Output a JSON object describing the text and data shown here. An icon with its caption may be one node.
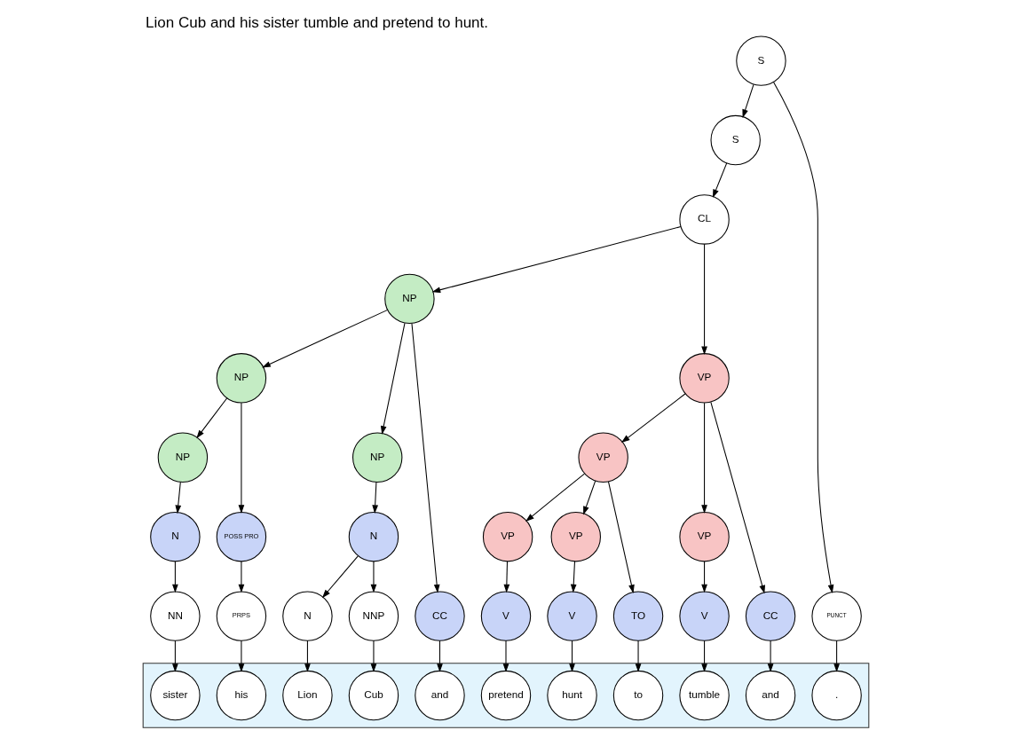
{
  "diagram": {
    "title": "Lion Cub and his sister tumble and pretend to hunt.",
    "nodes": [
      {
        "text": [
          "S"
        ]
      },
      {
        "text": [
          "S"
        ]
      },
      {
        "text": [
          "CL"
        ]
      },
      {
        "text": [
          "NP"
        ]
      },
      {
        "text": [
          "VP"
        ]
      },
      {
        "text": [
          "NP"
        ]
      },
      {
        "text": [
          "NP"
        ]
      },
      {
        "text": [
          "NP"
        ]
      },
      {
        "text": [
          "VP"
        ]
      },
      {
        "text": [
          "N"
        ]
      },
      {
        "text": [
          "POSS PRO"
        ]
      },
      {
        "text": [
          "N"
        ]
      },
      {
        "text": [
          "VP"
        ]
      },
      {
        "text": [
          "VP"
        ]
      },
      {
        "text": [
          "VP"
        ]
      },
      {
        "text": [
          "N"
        ]
      },
      {
        "text": [
          "NNP"
        ]
      },
      {
        "text": [
          "CC"
        ]
      },
      {
        "text": [
          "PRPS"
        ]
      },
      {
        "text": [
          "NN"
        ]
      },
      {
        "text": [
          "V"
        ]
      },
      {
        "text": [
          "CC"
        ]
      },
      {
        "text": [
          "V"
        ]
      },
      {
        "text": [
          "TO"
        ]
      },
      {
        "text": [
          "V"
        ]
      },
      {
        "text": [
          "PUNCT"
        ]
      },
      {
        "text": [],
        "shape": "band"
      },
      {
        "text": [
          "Lion"
        ],
        "in": 26
      },
      {
        "text": [
          "Cub"
        ],
        "in": 26
      },
      {
        "text": [
          "and"
        ],
        "in": 26
      },
      {
        "text": [
          "his"
        ],
        "in": 26
      },
      {
        "text": [
          "sister"
        ],
        "in": 26
      },
      {
        "text": [
          "tumble"
        ],
        "in": 26
      },
      {
        "text": [
          "and"
        ],
        "in": 26
      },
      {
        "text": [
          "pretend"
        ],
        "in": 26
      },
      {
        "text": [
          "to"
        ],
        "in": 26
      },
      {
        "text": [
          "hunt"
        ],
        "in": 26
      },
      {
        "text": [
          "."
        ],
        "in": 26
      }
    ],
    "edges": [
      {
        "from": 0,
        "to": 1,
        "arrow": "to"
      },
      {
        "from": 0,
        "to": 25,
        "arrow": "to"
      },
      {
        "from": 1,
        "to": 2,
        "arrow": "to"
      },
      {
        "from": 2,
        "to": 3,
        "arrow": "to"
      },
      {
        "from": 2,
        "to": 4,
        "arrow": "to"
      },
      {
        "from": 3,
        "to": 6,
        "arrow": "to"
      },
      {
        "from": 3,
        "to": 17,
        "arrow": "to"
      },
      {
        "from": 3,
        "to": 5,
        "arrow": "to"
      },
      {
        "from": 5,
        "to": 10,
        "arrow": "to"
      },
      {
        "from": 5,
        "to": 7,
        "arrow": "to"
      },
      {
        "from": 6,
        "to": 9,
        "arrow": "to"
      },
      {
        "from": 7,
        "to": 11,
        "arrow": "to"
      },
      {
        "from": 4,
        "to": 12,
        "arrow": "to"
      },
      {
        "from": 4,
        "to": 21,
        "arrow": "to"
      },
      {
        "from": 4,
        "to": 8,
        "arrow": "to"
      },
      {
        "from": 8,
        "to": 13,
        "arrow": "to"
      },
      {
        "from": 8,
        "to": 23,
        "arrow": "to"
      },
      {
        "from": 8,
        "to": 14,
        "arrow": "to"
      },
      {
        "from": 9,
        "to": 15,
        "arrow": "to"
      },
      {
        "from": 9,
        "to": 16,
        "arrow": "to"
      },
      {
        "from": 10,
        "to": 18,
        "arrow": "to"
      },
      {
        "from": 11,
        "to": 19,
        "arrow": "to"
      },
      {
        "from": 12,
        "to": 20,
        "arrow": "to"
      },
      {
        "from": 13,
        "to": 22,
        "arrow": "to"
      },
      {
        "from": 14,
        "to": 24,
        "arrow": "to"
      },
      {
        "from": 15,
        "to": 27,
        "arrow": "to"
      },
      {
        "from": 16,
        "to": 28,
        "arrow": "to"
      },
      {
        "from": 17,
        "to": 29,
        "arrow": "to"
      },
      {
        "from": 18,
        "to": 30,
        "arrow": "to"
      },
      {
        "from": 19,
        "to": 31,
        "arrow": "to"
      },
      {
        "from": 20,
        "to": 32,
        "arrow": "to"
      },
      {
        "from": 21,
        "to": 33,
        "arrow": "to"
      },
      {
        "from": 22,
        "to": 34,
        "arrow": "to"
      },
      {
        "from": 23,
        "to": 35,
        "arrow": "to"
      },
      {
        "from": 24,
        "to": 36,
        "arrow": "to"
      },
      {
        "from": 25,
        "to": 37,
        "arrow": "to"
      }
    ]
  }
}
